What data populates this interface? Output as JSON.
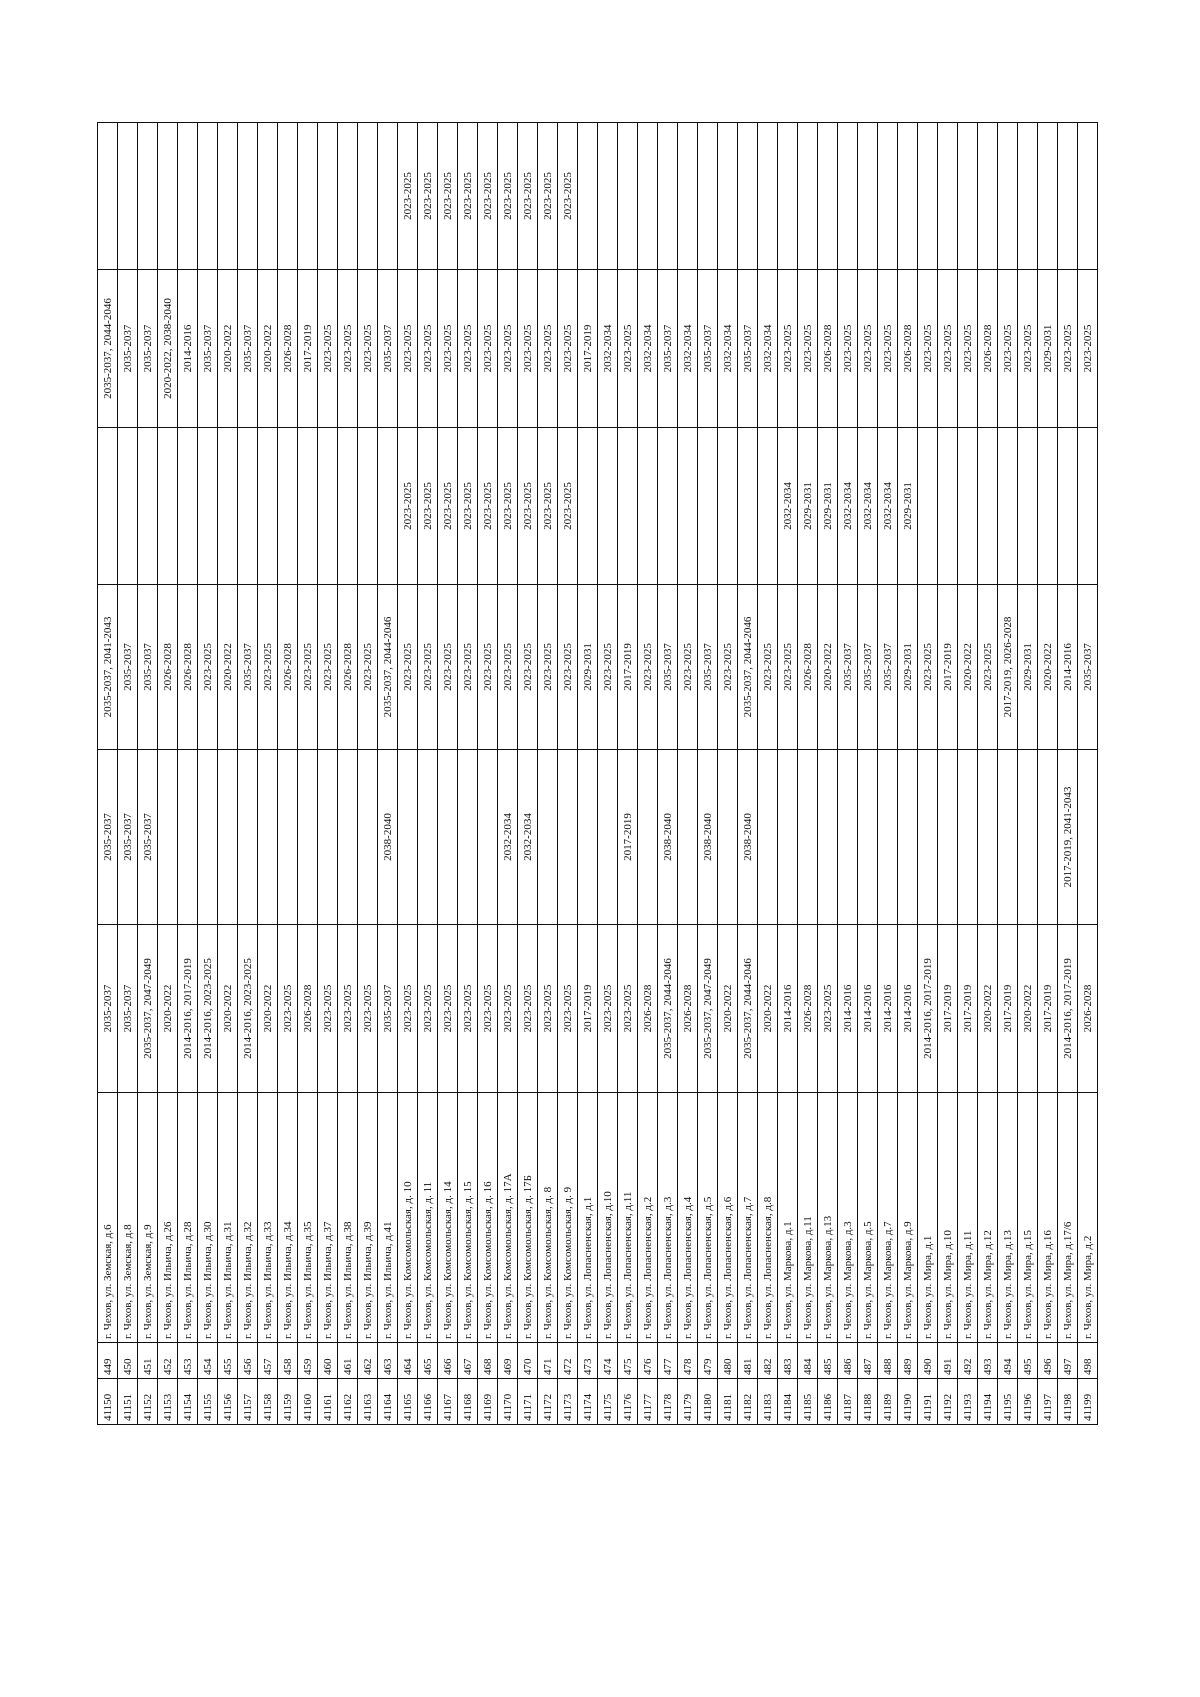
{
  "rows": [
    {
      "id": "41150",
      "no": "449",
      "addr": "г. Чехов, ул. Земская, д.6",
      "p1": "2035-2037",
      "p2": "2035-2037",
      "p3": "2035-2037, 2041-2043",
      "p4": "",
      "p5": "2035-2037, 2044-2046",
      "p6": ""
    },
    {
      "id": "41151",
      "no": "450",
      "addr": "г. Чехов, ул. Земская, д.8",
      "p1": "2035-2037",
      "p2": "2035-2037",
      "p3": "2035-2037",
      "p4": "",
      "p5": "2035-2037",
      "p6": ""
    },
    {
      "id": "41152",
      "no": "451",
      "addr": "г. Чехов, ул. Земская, д.9",
      "p1": "2035-2037, 2047-2049",
      "p2": "2035-2037",
      "p3": "2035-2037",
      "p4": "",
      "p5": "2035-2037",
      "p6": ""
    },
    {
      "id": "41153",
      "no": "452",
      "addr": "г. Чехов, ул. Ильича, д.26",
      "p1": "2020-2022",
      "p2": "",
      "p3": "2026-2028",
      "p4": "",
      "p5": "2020-2022, 2038-2040",
      "p6": ""
    },
    {
      "id": "41154",
      "no": "453",
      "addr": "г. Чехов, ул. Ильича, д.28",
      "p1": "2014-2016, 2017-2019",
      "p2": "",
      "p3": "2026-2028",
      "p4": "",
      "p5": "2014-2016",
      "p6": ""
    },
    {
      "id": "41155",
      "no": "454",
      "addr": "г. Чехов, ул. Ильича, д.30",
      "p1": "2014-2016, 2023-2025",
      "p2": "",
      "p3": "2023-2025",
      "p4": "",
      "p5": "2035-2037",
      "p6": ""
    },
    {
      "id": "41156",
      "no": "455",
      "addr": "г. Чехов, ул. Ильича, д.31",
      "p1": "2020-2022",
      "p2": "",
      "p3": "2020-2022",
      "p4": "",
      "p5": "2020-2022",
      "p6": ""
    },
    {
      "id": "41157",
      "no": "456",
      "addr": "г. Чехов, ул. Ильича, д.32",
      "p1": "2014-2016, 2023-2025",
      "p2": "",
      "p3": "2035-2037",
      "p4": "",
      "p5": "2035-2037",
      "p6": ""
    },
    {
      "id": "41158",
      "no": "457",
      "addr": "г. Чехов, ул. Ильича, д.33",
      "p1": "2020-2022",
      "p2": "",
      "p3": "2023-2025",
      "p4": "",
      "p5": "2020-2022",
      "p6": ""
    },
    {
      "id": "41159",
      "no": "458",
      "addr": "г. Чехов, ул. Ильича, д.34",
      "p1": "2023-2025",
      "p2": "",
      "p3": "2026-2028",
      "p4": "",
      "p5": "2026-2028",
      "p6": ""
    },
    {
      "id": "41160",
      "no": "459",
      "addr": "г. Чехов, ул. Ильича, д.35",
      "p1": "2026-2028",
      "p2": "",
      "p3": "2023-2025",
      "p4": "",
      "p5": "2017-2019",
      "p6": ""
    },
    {
      "id": "41161",
      "no": "460",
      "addr": "г. Чехов, ул. Ильича, д.37",
      "p1": "2023-2025",
      "p2": "",
      "p3": "2023-2025",
      "p4": "",
      "p5": "2023-2025",
      "p6": ""
    },
    {
      "id": "41162",
      "no": "461",
      "addr": "г. Чехов, ул. Ильича, д.38",
      "p1": "2023-2025",
      "p2": "",
      "p3": "2026-2028",
      "p4": "",
      "p5": "2023-2025",
      "p6": ""
    },
    {
      "id": "41163",
      "no": "462",
      "addr": "г. Чехов, ул. Ильича, д.39",
      "p1": "2023-2025",
      "p2": "",
      "p3": "2023-2025",
      "p4": "",
      "p5": "2023-2025",
      "p6": ""
    },
    {
      "id": "41164",
      "no": "463",
      "addr": "г. Чехов, ул. Ильича, д.41",
      "p1": "2035-2037",
      "p2": "2038-2040",
      "p3": "2035-2037, 2044-2046",
      "p4": "",
      "p5": "2035-2037",
      "p6": ""
    },
    {
      "id": "41165",
      "no": "464",
      "addr": "г. Чехов, ул. Комсомольская, д. 10",
      "p1": "2023-2025",
      "p2": "",
      "p3": "2023-2025",
      "p4": "2023-2025",
      "p5": "2023-2025",
      "p6": "2023-2025"
    },
    {
      "id": "41166",
      "no": "465",
      "addr": "г. Чехов, ул. Комсомольская, д. 11",
      "p1": "2023-2025",
      "p2": "",
      "p3": "2023-2025",
      "p4": "2023-2025",
      "p5": "2023-2025",
      "p6": "2023-2025"
    },
    {
      "id": "41167",
      "no": "466",
      "addr": "г. Чехов, ул. Комсомольская, д. 14",
      "p1": "2023-2025",
      "p2": "",
      "p3": "2023-2025",
      "p4": "2023-2025",
      "p5": "2023-2025",
      "p6": "2023-2025"
    },
    {
      "id": "41168",
      "no": "467",
      "addr": "г. Чехов, ул. Комсомольская, д. 15",
      "p1": "2023-2025",
      "p2": "",
      "p3": "2023-2025",
      "p4": "2023-2025",
      "p5": "2023-2025",
      "p6": "2023-2025"
    },
    {
      "id": "41169",
      "no": "468",
      "addr": "г. Чехов, ул. Комсомольская, д. 16",
      "p1": "2023-2025",
      "p2": "",
      "p3": "2023-2025",
      "p4": "2023-2025",
      "p5": "2023-2025",
      "p6": "2023-2025"
    },
    {
      "id": "41170",
      "no": "469",
      "addr": "г. Чехов, ул. Комсомольская, д. 17А",
      "p1": "2023-2025",
      "p2": "2032-2034",
      "p3": "2023-2025",
      "p4": "2023-2025",
      "p5": "2023-2025",
      "p6": "2023-2025"
    },
    {
      "id": "41171",
      "no": "470",
      "addr": "г. Чехов, ул. Комсомольская, д. 17Б",
      "p1": "2023-2025",
      "p2": "2032-2034",
      "p3": "2023-2025",
      "p4": "2023-2025",
      "p5": "2023-2025",
      "p6": "2023-2025"
    },
    {
      "id": "41172",
      "no": "471",
      "addr": "г. Чехов, ул. Комсомольская, д. 8",
      "p1": "2023-2025",
      "p2": "",
      "p3": "2023-2025",
      "p4": "2023-2025",
      "p5": "2023-2025",
      "p6": "2023-2025"
    },
    {
      "id": "41173",
      "no": "472",
      "addr": "г. Чехов, ул. Комсомольская, д. 9",
      "p1": "2023-2025",
      "p2": "",
      "p3": "2023-2025",
      "p4": "2023-2025",
      "p5": "2023-2025",
      "p6": "2023-2025"
    },
    {
      "id": "41174",
      "no": "473",
      "addr": "г. Чехов, ул. Лопасненская, д.1",
      "p1": "2017-2019",
      "p2": "",
      "p3": "2029-2031",
      "p4": "",
      "p5": "2017-2019",
      "p6": ""
    },
    {
      "id": "41175",
      "no": "474",
      "addr": "г. Чехов, ул. Лопасненская, д.10",
      "p1": "2023-2025",
      "p2": "",
      "p3": "2023-2025",
      "p4": "",
      "p5": "2032-2034",
      "p6": ""
    },
    {
      "id": "41176",
      "no": "475",
      "addr": "г. Чехов, ул. Лопасненская, д.11",
      "p1": "2023-2025",
      "p2": "2017-2019",
      "p3": "2017-2019",
      "p4": "",
      "p5": "2023-2025",
      "p6": ""
    },
    {
      "id": "41177",
      "no": "476",
      "addr": "г. Чехов, ул. Лопасненская, д.2",
      "p1": "2026-2028",
      "p2": "",
      "p3": "2023-2025",
      "p4": "",
      "p5": "2032-2034",
      "p6": ""
    },
    {
      "id": "41178",
      "no": "477",
      "addr": "г. Чехов, ул. Лопасненская, д.3",
      "p1": "2035-2037, 2044-2046",
      "p2": "2038-2040",
      "p3": "2035-2037",
      "p4": "",
      "p5": "2035-2037",
      "p6": ""
    },
    {
      "id": "41179",
      "no": "478",
      "addr": "г. Чехов, ул. Лопасненская, д.4",
      "p1": "2026-2028",
      "p2": "",
      "p3": "2023-2025",
      "p4": "",
      "p5": "2032-2034",
      "p6": ""
    },
    {
      "id": "41180",
      "no": "479",
      "addr": "г. Чехов, ул. Лопасненская, д.5",
      "p1": "2035-2037, 2047-2049",
      "p2": "2038-2040",
      "p3": "2035-2037",
      "p4": "",
      "p5": "2035-2037",
      "p6": ""
    },
    {
      "id": "41181",
      "no": "480",
      "addr": "г. Чехов, ул. Лопасненская, д.6",
      "p1": "2020-2022",
      "p2": "",
      "p3": "2023-2025",
      "p4": "",
      "p5": "2032-2034",
      "p6": ""
    },
    {
      "id": "41182",
      "no": "481",
      "addr": "г. Чехов, ул. Лопасненская, д.7",
      "p1": "2035-2037, 2044-2046",
      "p2": "2038-2040",
      "p3": "2035-2037, 2044-2046",
      "p4": "",
      "p5": "2035-2037",
      "p6": ""
    },
    {
      "id": "41183",
      "no": "482",
      "addr": "г. Чехов, ул. Лопасненская, д.8",
      "p1": "2020-2022",
      "p2": "",
      "p3": "2023-2025",
      "p4": "",
      "p5": "2032-2034",
      "p6": ""
    },
    {
      "id": "41184",
      "no": "483",
      "addr": "г. Чехов, ул. Маркова, д.1",
      "p1": "2014-2016",
      "p2": "",
      "p3": "2023-2025",
      "p4": "2032-2034",
      "p5": "2023-2025",
      "p6": ""
    },
    {
      "id": "41185",
      "no": "484",
      "addr": "г. Чехов, ул. Маркова, д.11",
      "p1": "2026-2028",
      "p2": "",
      "p3": "2026-2028",
      "p4": "2029-2031",
      "p5": "2023-2025",
      "p6": ""
    },
    {
      "id": "41186",
      "no": "485",
      "addr": "г. Чехов, ул. Маркова, д.13",
      "p1": "2023-2025",
      "p2": "",
      "p3": "2020-2022",
      "p4": "2029-2031",
      "p5": "2026-2028",
      "p6": ""
    },
    {
      "id": "41187",
      "no": "486",
      "addr": "г. Чехов, ул. Маркова, д.3",
      "p1": "2014-2016",
      "p2": "",
      "p3": "2035-2037",
      "p4": "2032-2034",
      "p5": "2023-2025",
      "p6": ""
    },
    {
      "id": "41188",
      "no": "487",
      "addr": "г. Чехов, ул. Маркова, д.5",
      "p1": "2014-2016",
      "p2": "",
      "p3": "2035-2037",
      "p4": "2032-2034",
      "p5": "2023-2025",
      "p6": ""
    },
    {
      "id": "41189",
      "no": "488",
      "addr": "г. Чехов, ул. Маркова, д.7",
      "p1": "2014-2016",
      "p2": "",
      "p3": "2035-2037",
      "p4": "2032-2034",
      "p5": "2023-2025",
      "p6": ""
    },
    {
      "id": "41190",
      "no": "489",
      "addr": "г. Чехов, ул. Маркова, д.9",
      "p1": "2014-2016",
      "p2": "",
      "p3": "2029-2031",
      "p4": "2029-2031",
      "p5": "2026-2028",
      "p6": ""
    },
    {
      "id": "41191",
      "no": "490",
      "addr": "г. Чехов, ул. Мира, д.1",
      "p1": "2014-2016, 2017-2019",
      "p2": "",
      "p3": "2023-2025",
      "p4": "",
      "p5": "2023-2025",
      "p6": ""
    },
    {
      "id": "41192",
      "no": "491",
      "addr": "г. Чехов, ул. Мира, д.10",
      "p1": "2017-2019",
      "p2": "",
      "p3": "2017-2019",
      "p4": "",
      "p5": "2023-2025",
      "p6": ""
    },
    {
      "id": "41193",
      "no": "492",
      "addr": "г. Чехов, ул. Мира, д.11",
      "p1": "2017-2019",
      "p2": "",
      "p3": "2020-2022",
      "p4": "",
      "p5": "2023-2025",
      "p6": ""
    },
    {
      "id": "41194",
      "no": "493",
      "addr": "г. Чехов, ул. Мира, д.12",
      "p1": "2020-2022",
      "p2": "",
      "p3": "2023-2025",
      "p4": "",
      "p5": "2026-2028",
      "p6": ""
    },
    {
      "id": "41195",
      "no": "494",
      "addr": "г. Чехов, ул. Мира, д.13",
      "p1": "2017-2019",
      "p2": "",
      "p3": "2017-2019, 2026-2028",
      "p4": "",
      "p5": "2023-2025",
      "p6": ""
    },
    {
      "id": "41196",
      "no": "495",
      "addr": "г. Чехов, ул. Мира, д.15",
      "p1": "2020-2022",
      "p2": "",
      "p3": "2029-2031",
      "p4": "",
      "p5": "2023-2025",
      "p6": ""
    },
    {
      "id": "41197",
      "no": "496",
      "addr": "г. Чехов, ул. Мира, д.16",
      "p1": "2017-2019",
      "p2": "",
      "p3": "2020-2022",
      "p4": "",
      "p5": "2029-2031",
      "p6": ""
    },
    {
      "id": "41198",
      "no": "497",
      "addr": "г. Чехов, ул. Мира, д.17/6",
      "p1": "2014-2016, 2017-2019",
      "p2": "2017-2019, 2041-2043",
      "p3": "2014-2016",
      "p4": "",
      "p5": "2023-2025",
      "p6": ""
    },
    {
      "id": "41199",
      "no": "498",
      "addr": "г. Чехов, ул. Мира, д.2",
      "p1": "2026-2028",
      "p2": "",
      "p3": "2035-2037",
      "p4": "",
      "p5": "2023-2025",
      "p6": ""
    }
  ]
}
